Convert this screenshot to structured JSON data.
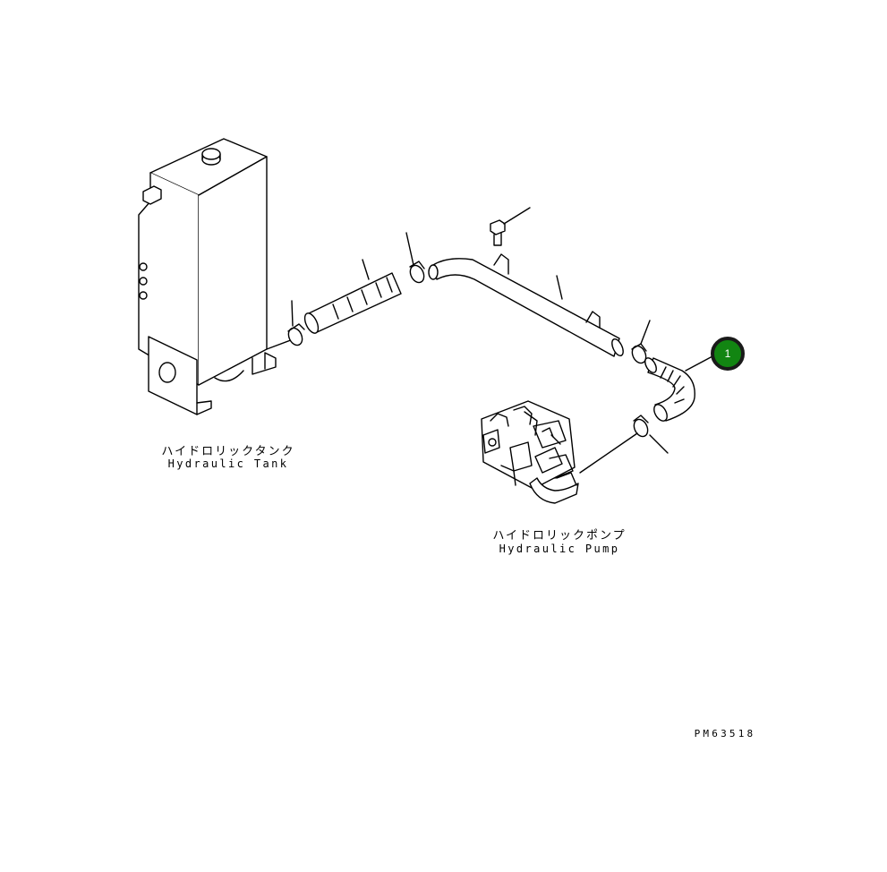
{
  "labels": {
    "tank_jp": "ハイドロリックタンク",
    "tank_en": "Hydraulic Tank",
    "pump_jp": "ハイドロリックポンプ",
    "pump_en": "Hydraulic Pump"
  },
  "drawing_code": "PM63518",
  "callouts": [
    {
      "number": "1"
    }
  ],
  "colors": {
    "callout_fill": "#128512",
    "callout_ring": "#1a1a1a",
    "line": "#000000",
    "background": "#ffffff"
  }
}
